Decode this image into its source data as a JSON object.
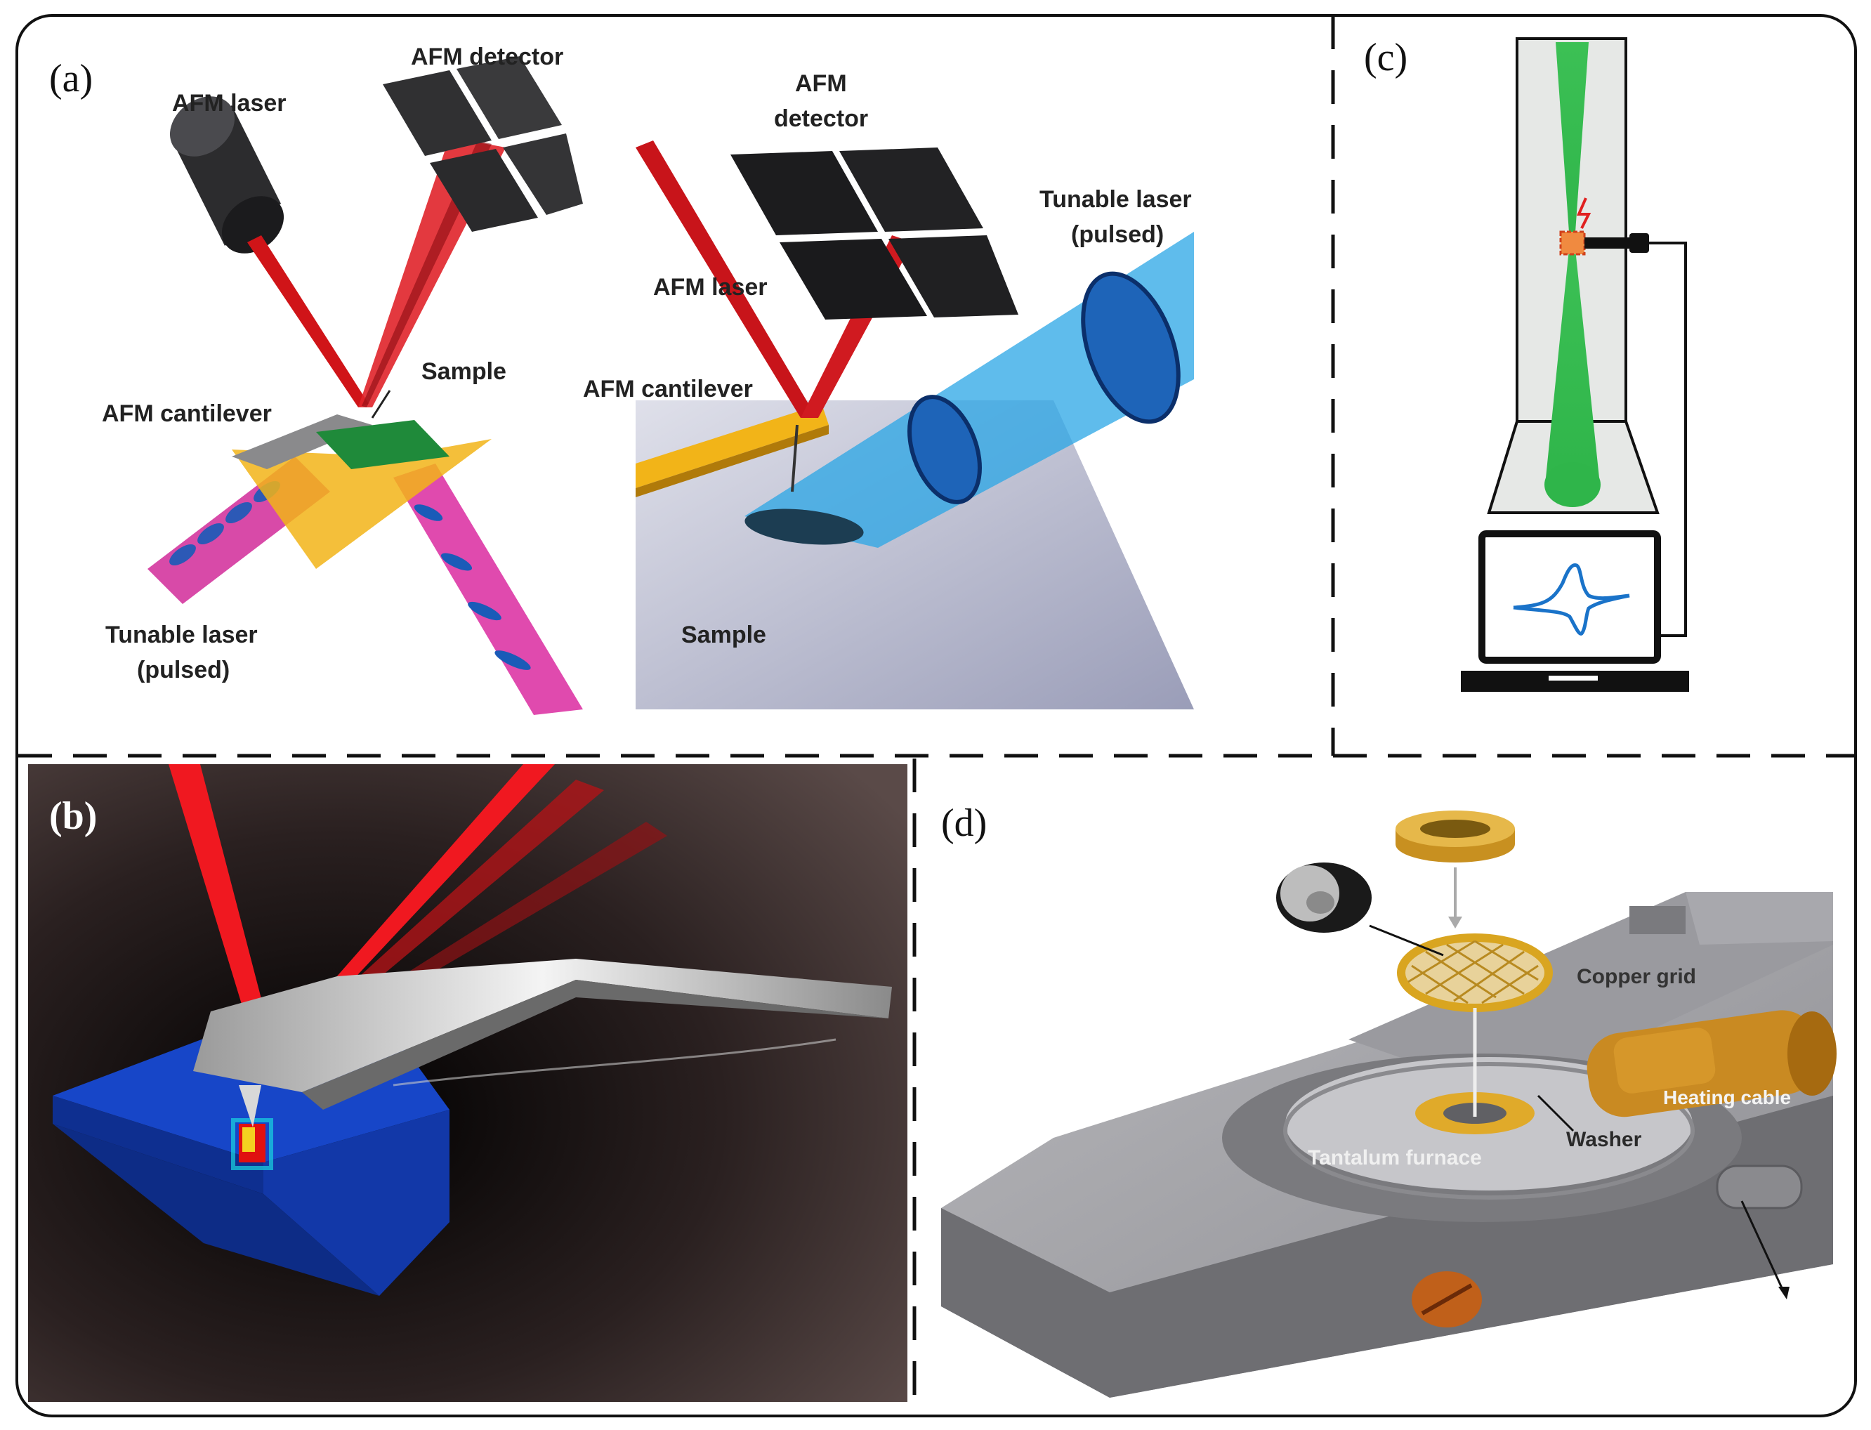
{
  "panels": {
    "a": {
      "label": "(a)",
      "left": {
        "afm_laser": "AFM laser",
        "afm_detector": "AFM detector",
        "sample": "Sample",
        "afm_cantilever": "AFM cantilever",
        "tunable_laser": [
          "Tunable laser",
          "(pulsed)"
        ]
      },
      "right": {
        "afm_detector": [
          "AFM",
          "detector"
        ],
        "tunable_laser": [
          "Tunable laser",
          "(pulsed)"
        ],
        "afm_laser": "AFM laser",
        "afm_cantilever": "AFM cantilever",
        "sample": "Sample"
      }
    },
    "b": {
      "label": "(b)"
    },
    "c": {
      "label": "(c)"
    },
    "d": {
      "label": "(d)",
      "copper_grid": "Copper grid",
      "heating_cable": "Heating cable",
      "washer": "Washer",
      "tantalum_furnace": "Tantalum furnace"
    }
  },
  "colors": {
    "laser_red": "#e0141e",
    "tunable_blue": "#2aa6e6",
    "cantilever_gold": "#f2b418",
    "sample_green": "#1f8a3a",
    "panel_b_bg": "#4a3c3b",
    "panel_b_blue": "#1040c0",
    "green_beam": "#2fb54a",
    "cv_curve": "#1a73c9",
    "holder_gray": "#8e8e92",
    "copper": "#d9a520"
  }
}
